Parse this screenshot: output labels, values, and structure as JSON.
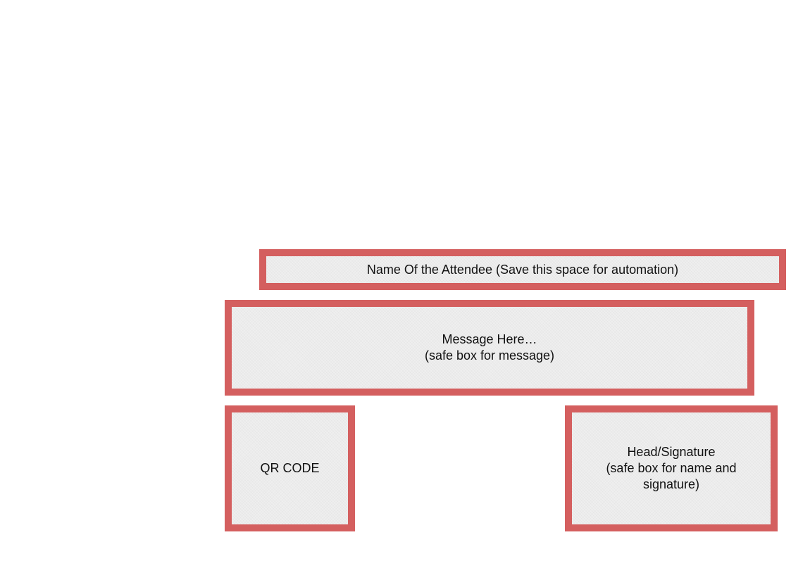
{
  "colors": {
    "box_border": "#d45f5f",
    "box_fill": "#efefef",
    "text": "#111111"
  },
  "name_box": {
    "text": "Name Of the Attendee (Save this space for automation)"
  },
  "message_box": {
    "line1": "Message Here…",
    "line2": "(safe box for message)"
  },
  "qr_box": {
    "text": "QR CODE"
  },
  "signature_box": {
    "line1": "Head/Signature",
    "line2": "(safe box for name and",
    "line3": "signature)"
  }
}
